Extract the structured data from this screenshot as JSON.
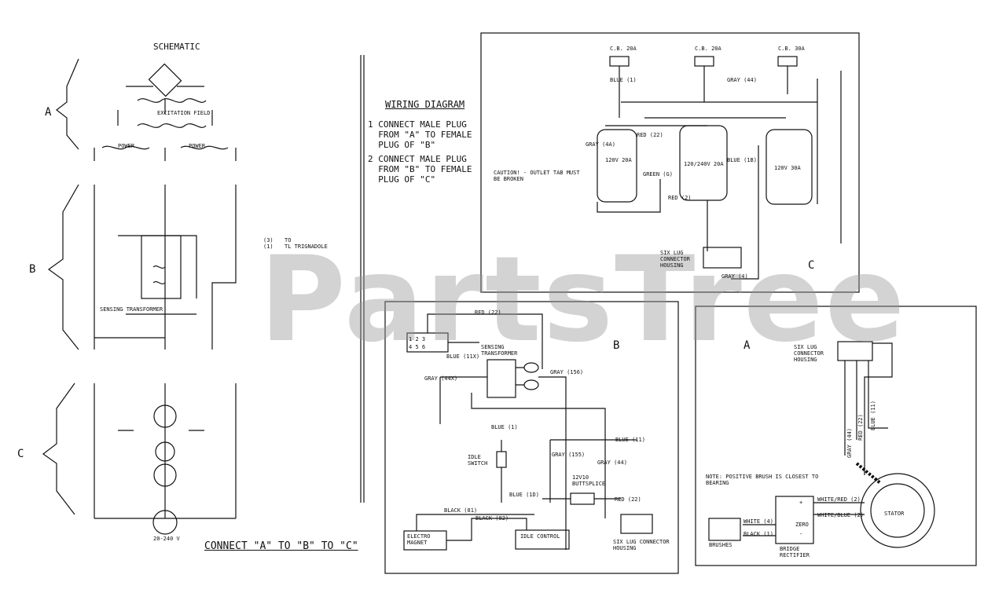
{
  "watermark": "PartsTree",
  "schematic": {
    "title": "SCHEMATIC",
    "section_labels": [
      "A",
      "B",
      "C"
    ],
    "power_labels": [
      "POWER",
      "POWER"
    ],
    "receptacle_rating": "20-240 V",
    "tr_note": [
      "(3)",
      "(1)",
      "TO",
      "TL TRIGNADOLE"
    ],
    "sensing_transformer": "SENSING TRANSFORMER",
    "excitation_field": "EXCITATION FIELD"
  },
  "wiring_diagram": {
    "title": "WIRING DIAGRAM",
    "steps": [
      "1 CONNECT MALE PLUG\n  FROM \"A\" TO FEMALE\n  PLUG OF \"B\"",
      "2 CONNECT MALE PLUG\n  FROM \"B\" TO FEMALE\n  PLUG OF \"C\""
    ],
    "caution": "CAUTION! - OUTLET TAB MUST BE BROKEN",
    "footer": "CONNECT \"A\" TO \"B\" TO \"C\""
  },
  "panel_c": {
    "label": "C",
    "breakers": [
      "C.B. 20A",
      "C.B. 20A",
      "C.B. 30A"
    ],
    "receptacles": [
      "120V 20A",
      "120/240V 20A",
      "120V 30A"
    ],
    "connector": "SIX LUG CONNECTOR HOUSING",
    "wires": [
      "BLUE (1)",
      "GRAY (4A)",
      "RED (22)",
      "GRAY (44)",
      "BLUE (1B)",
      "GREEN (G)",
      "RED (2)",
      "GRAY (4)"
    ]
  },
  "panel_b": {
    "label": "B",
    "components": [
      "SENSING TRANSFORMER",
      "IDLE SWITCH",
      "12V10 BUTTSPLICE",
      "ELECTRO MAGNET",
      "IDLE CONTROL"
    ],
    "connector": "SIX LUG CONNECTOR HOUSING",
    "wires": [
      "RED (22)",
      "BLUE (11X)",
      "GRAY (44X)",
      "GRAY (156)",
      "BLUE (1)",
      "BLUE (11)",
      "GRAY (155)",
      "GRAY (44)",
      "BLUE (1D)",
      "RED (22)",
      "BLACK (81)",
      "BLACK (82)"
    ],
    "pins_top": [
      "1",
      "2",
      "3",
      "4",
      "5",
      "6"
    ]
  },
  "panel_a": {
    "label": "A",
    "connector": "SIX LUG CONNECTOR HOUSING",
    "note": "NOTE: POSITIVE BRUSH IS CLOSEST TO BEARING",
    "components": [
      "STATOR",
      "BRIDGE RECTIFIER",
      "BRUSHES"
    ],
    "wires": [
      "GRAY (44)",
      "RED (22)",
      "BLUE (11)",
      "WHITE/RED (2)",
      "WHITE/BLUE (2)",
      "WHITE (4)",
      "BLACK (1)"
    ],
    "rectifier_marks": [
      "+",
      "-",
      "ZERO"
    ]
  },
  "colors": {
    "ink": "#111111",
    "watermark": "#969696",
    "background": "#ffffff"
  }
}
